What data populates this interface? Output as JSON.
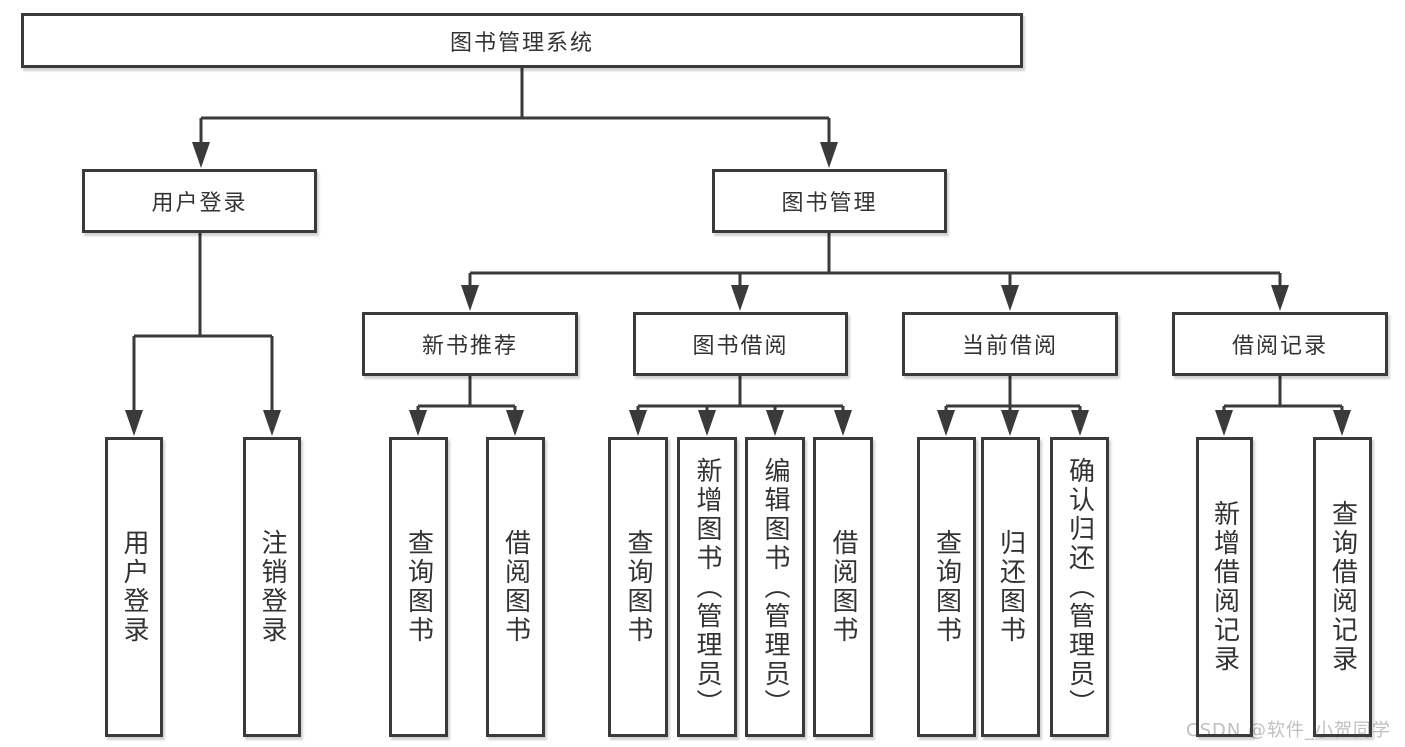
{
  "diagram_type": "hierarchy-tree",
  "colors": {
    "background": "#ffffff",
    "line": "#3a3a3a",
    "text": "#333333",
    "watermark": "#bfbfbf"
  },
  "root": {
    "label": "图书管理系统"
  },
  "branches": [
    {
      "label": "用户登录",
      "children": [
        {
          "label": "用户登录"
        },
        {
          "label": "注销登录"
        }
      ]
    },
    {
      "label": "图书管理",
      "children": [
        {
          "label": "新书推荐",
          "children": [
            {
              "label": "查询图书"
            },
            {
              "label": "借阅图书"
            }
          ]
        },
        {
          "label": "图书借阅",
          "children": [
            {
              "label": "查询图书"
            },
            {
              "label": "新增图书（管理员）"
            },
            {
              "label": "编辑图书（管理员）"
            },
            {
              "label": "借阅图书"
            }
          ]
        },
        {
          "label": "当前借阅",
          "children": [
            {
              "label": "查询图书"
            },
            {
              "label": "归还图书"
            },
            {
              "label": "确认归还（管理员）"
            }
          ]
        },
        {
          "label": "借阅记录",
          "children": [
            {
              "label": "新增借阅记录"
            },
            {
              "label": "查询借阅记录"
            }
          ]
        }
      ]
    }
  ],
  "watermark": {
    "text": "CSDN @软件_小贺同学"
  }
}
